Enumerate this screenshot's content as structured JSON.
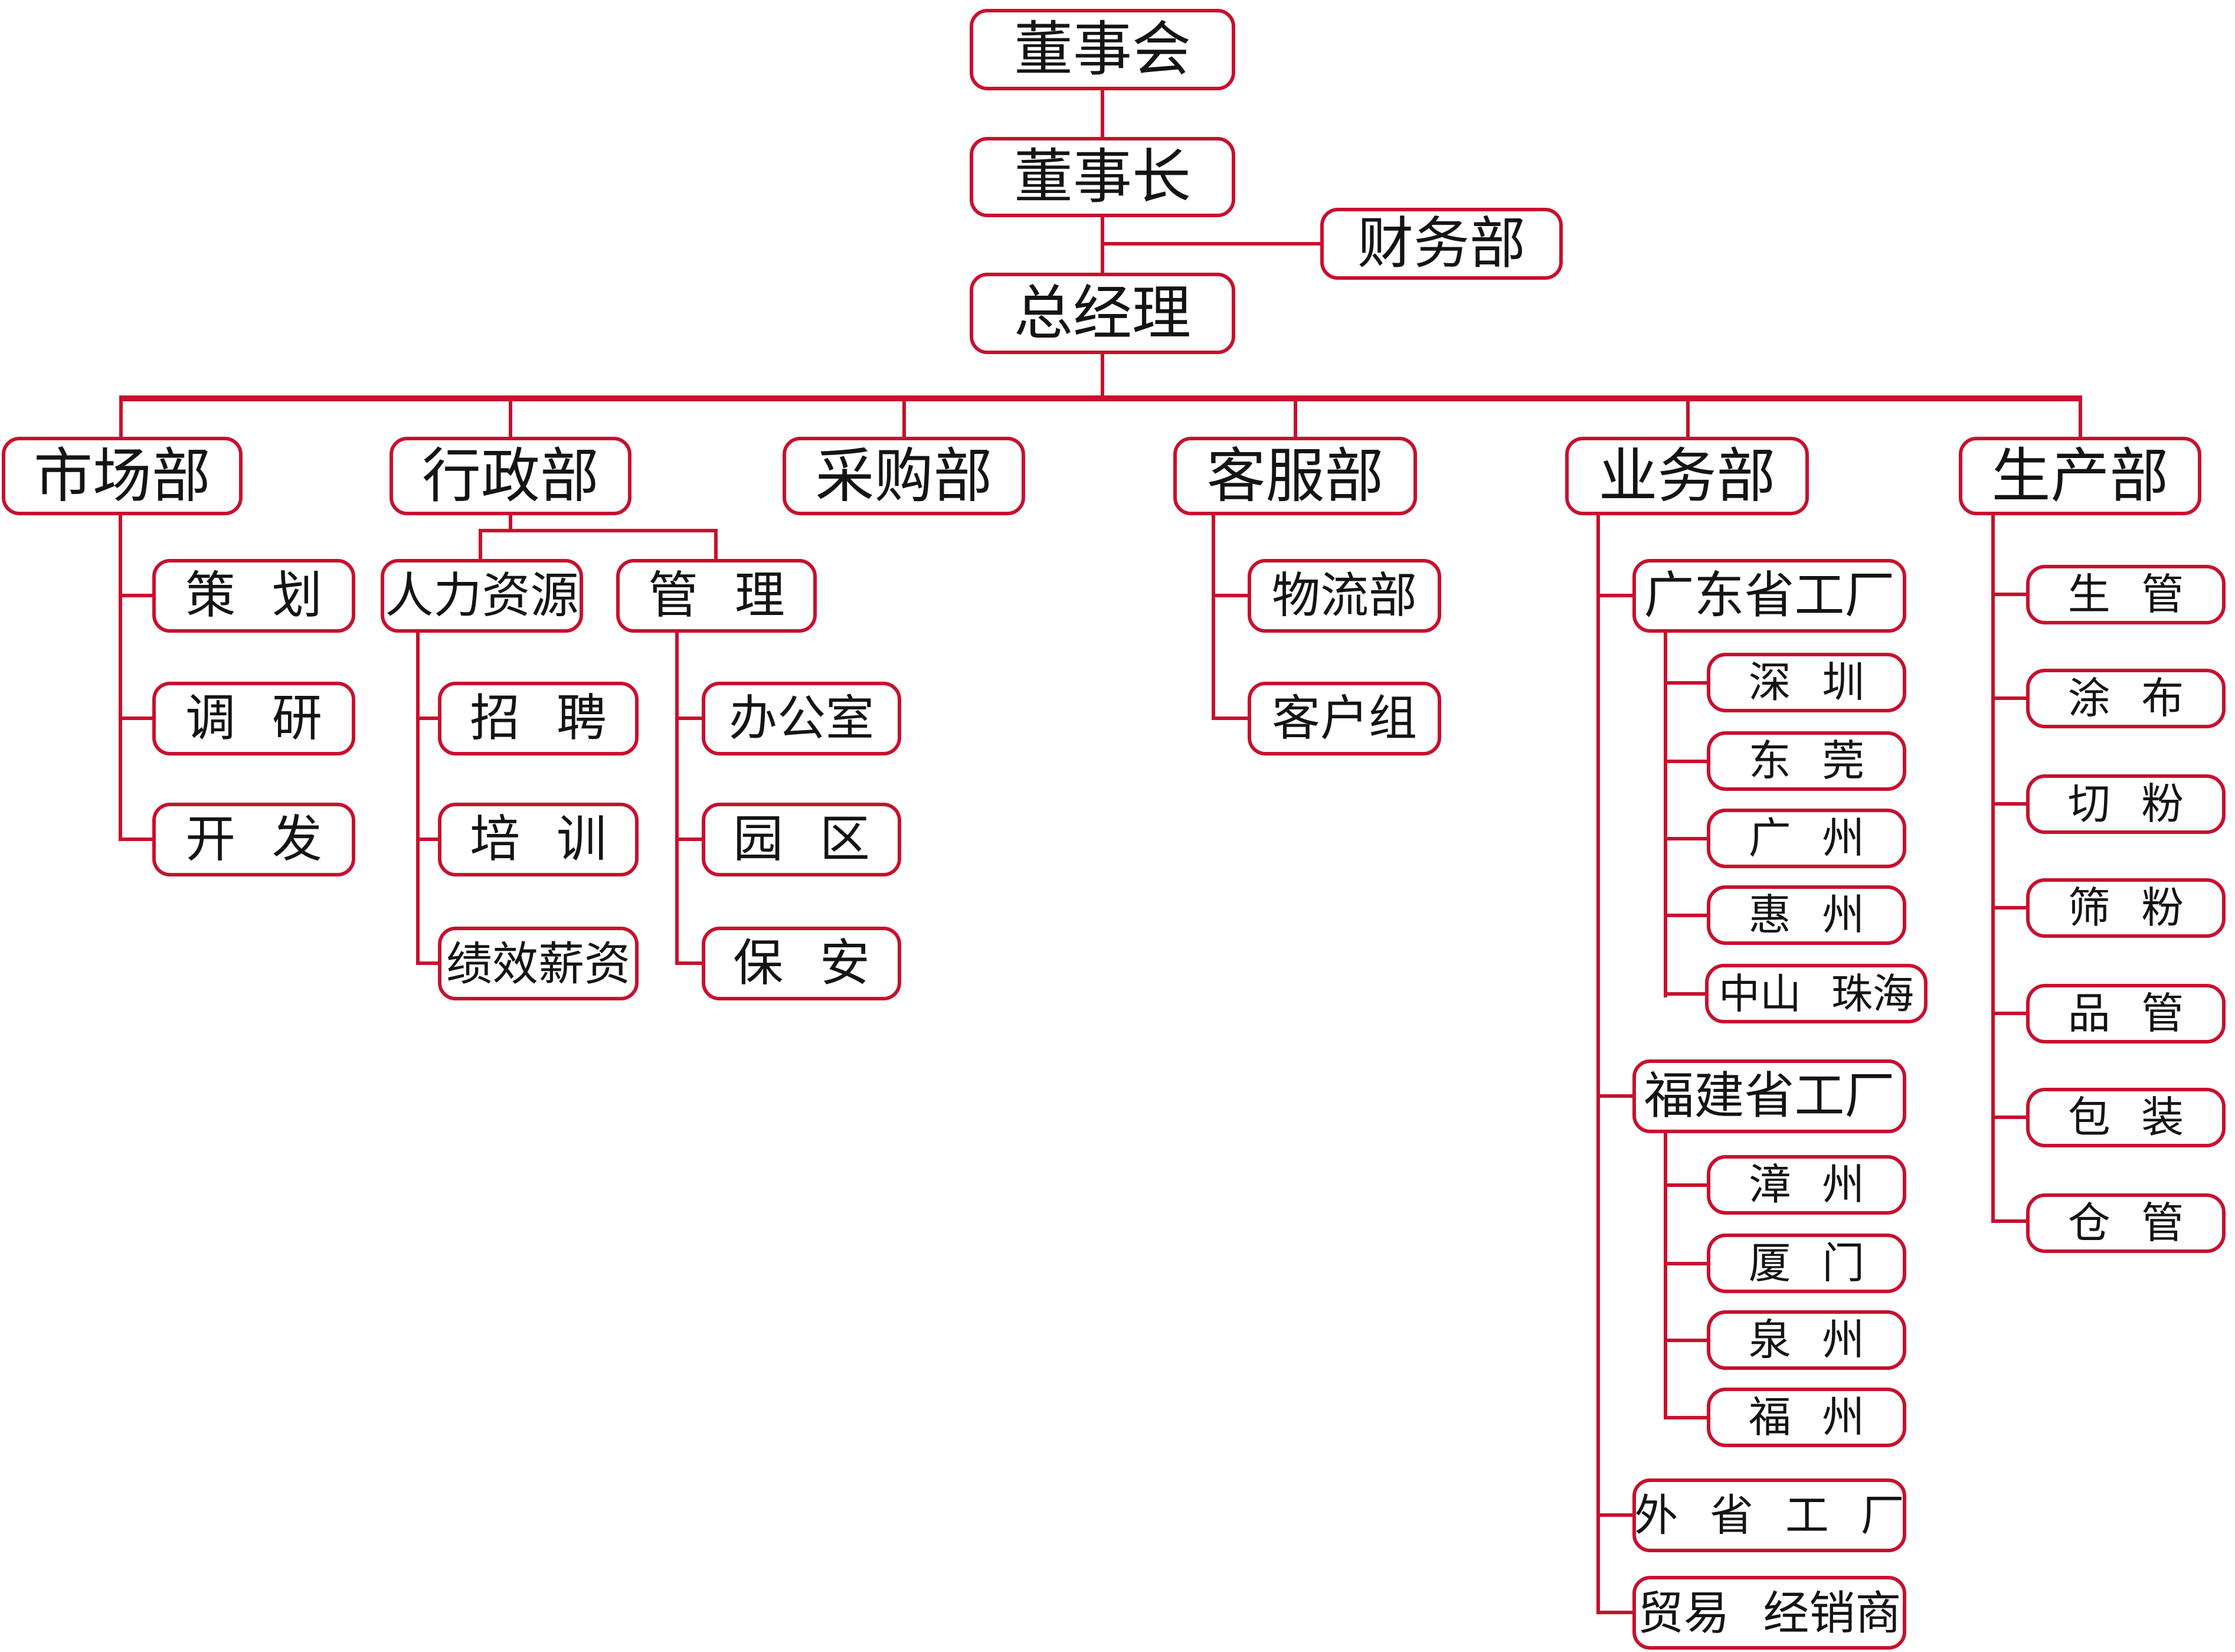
{
  "diagram": {
    "type": "org-chart",
    "accent_color": "#C8102E",
    "text_color": "#141414",
    "background_color": "#FFFFFF"
  },
  "nodes": {
    "board": {
      "label": "董事会"
    },
    "chairman": {
      "label": "董事长"
    },
    "finance": {
      "label": "财务部"
    },
    "general_manager": {
      "label": "总经理"
    },
    "marketing": {
      "label": "市场部"
    },
    "admin": {
      "label": "行政部"
    },
    "purchasing": {
      "label": "采购部"
    },
    "customer_service": {
      "label": "客服部"
    },
    "business": {
      "label": "业务部"
    },
    "production": {
      "label": "生产部"
    },
    "planning": {
      "label": "策 划"
    },
    "research": {
      "label": "调 研"
    },
    "development": {
      "label": "开 发"
    },
    "human_resources": {
      "label": "人力资源"
    },
    "management": {
      "label": "管 理"
    },
    "recruiting": {
      "label": "招 聘"
    },
    "training": {
      "label": "培 训"
    },
    "performance_pay": {
      "label": "绩效薪资"
    },
    "office": {
      "label": "办公室"
    },
    "campus": {
      "label": "园 区"
    },
    "security": {
      "label": "保 安"
    },
    "logistics": {
      "label": "物流部"
    },
    "customer_group": {
      "label": "客户组"
    },
    "guangdong_factory": {
      "label": "广东省工厂"
    },
    "shenzhen": {
      "label": "深 圳"
    },
    "dongguan": {
      "label": "东 莞"
    },
    "guangzhou": {
      "label": "广 州"
    },
    "huizhou": {
      "label": "惠 州"
    },
    "zhongshan_zhuhai": {
      "label": "中山 珠海"
    },
    "fujian_factory": {
      "label": "福建省工厂"
    },
    "zhangzhou": {
      "label": "漳 州"
    },
    "xiamen": {
      "label": "厦 门"
    },
    "quanzhou": {
      "label": "泉 州"
    },
    "fuzhou": {
      "label": "福 州"
    },
    "other_province_factory": {
      "label": "外 省 工 厂"
    },
    "trade_distributor": {
      "label": "贸易 经销商"
    },
    "production_control": {
      "label": "生 管"
    },
    "coating": {
      "label": "涂 布"
    },
    "powder_cutting": {
      "label": "切 粉"
    },
    "powder_sieving": {
      "label": "筛 粉"
    },
    "quality_control": {
      "label": "品 管"
    },
    "packaging": {
      "label": "包 装"
    },
    "warehouse": {
      "label": "仓 管"
    }
  },
  "hierarchy": {
    "董事会": {
      "董事长": {
        "财务部": {},
        "总经理": {
          "市场部": {
            "策 划": {},
            "调 研": {},
            "开 发": {}
          },
          "行政部": {
            "人力资源": {
              "招 聘": {},
              "培 训": {},
              "绩效薪资": {}
            },
            "管 理": {
              "办公室": {},
              "园 区": {},
              "保 安": {}
            }
          },
          "采购部": {},
          "客服部": {
            "物流部": {},
            "客户组": {}
          },
          "业务部": {
            "广东省工厂": {
              "深 圳": {},
              "东 莞": {},
              "广 州": {},
              "惠 州": {},
              "中山 珠海": {}
            },
            "福建省工厂": {
              "漳 州": {},
              "厦 门": {},
              "泉 州": {},
              "福 州": {}
            },
            "外 省 工 厂": {},
            "贸易 经销商": {}
          },
          "生产部": {
            "生 管": {},
            "涂 布": {},
            "切 粉": {},
            "筛 粉": {},
            "品 管": {},
            "包 装": {},
            "仓 管": {}
          }
        }
      }
    }
  }
}
